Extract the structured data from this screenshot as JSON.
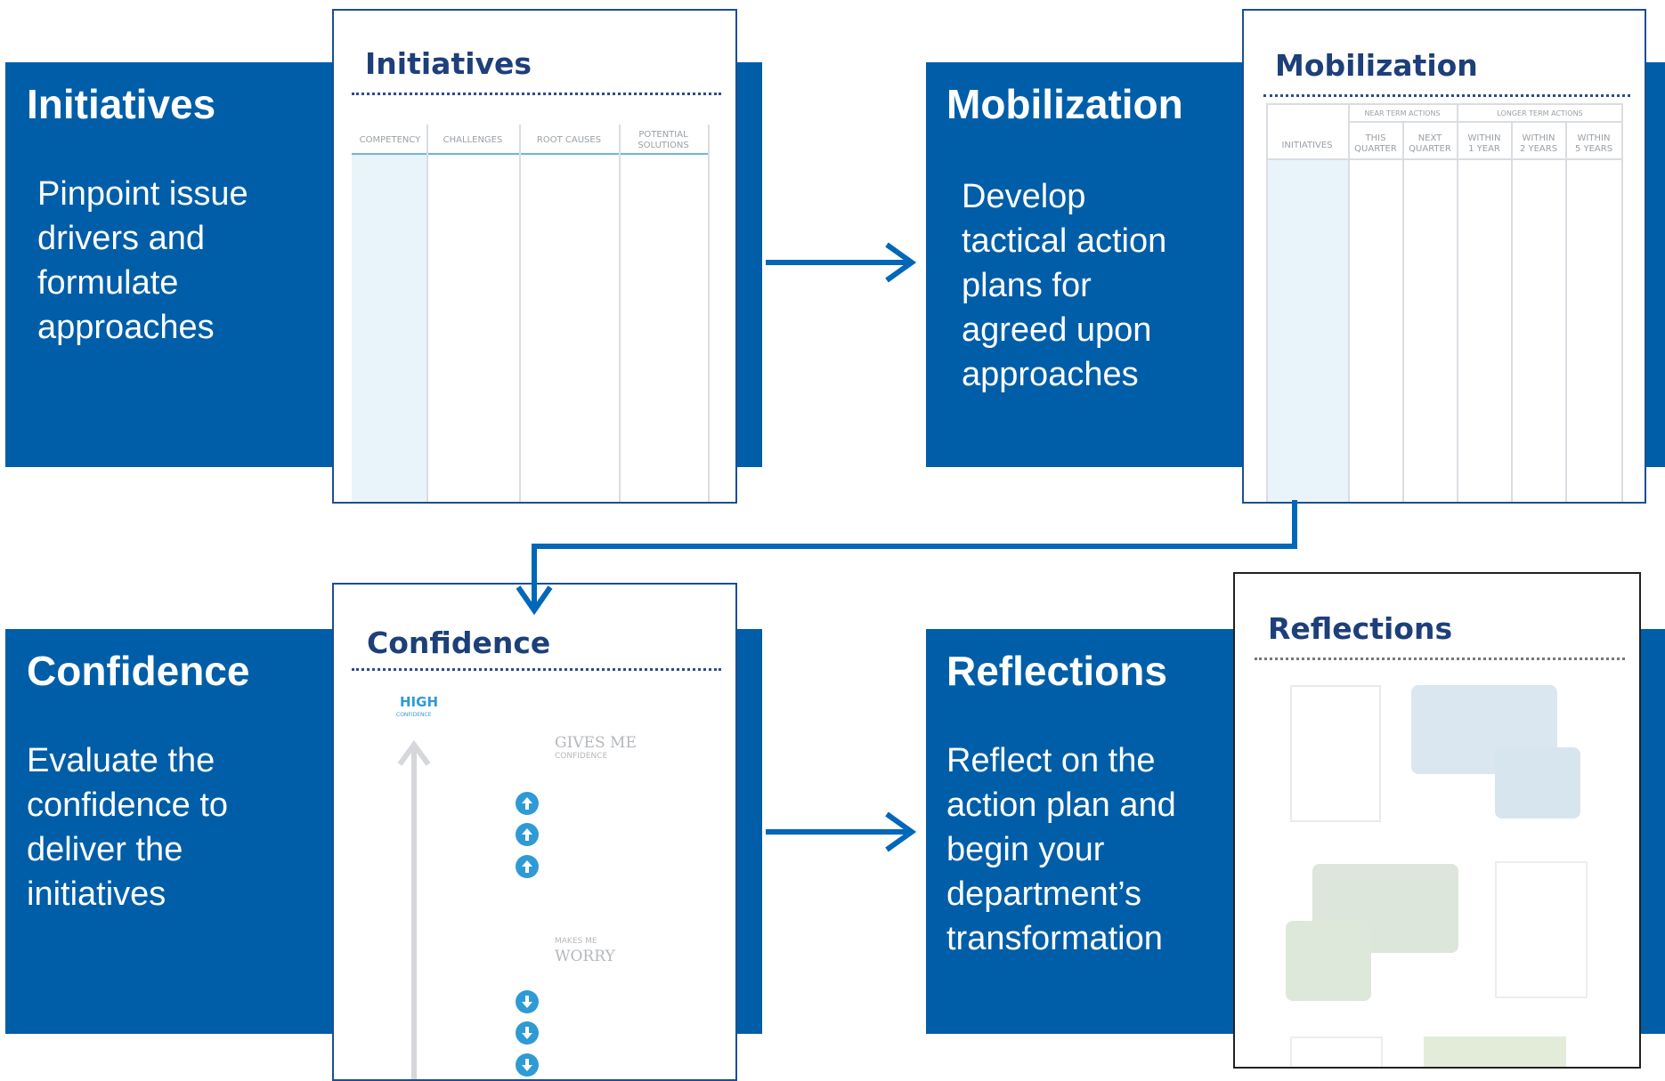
{
  "steps": [
    {
      "title": "Initiatives",
      "description": "Pinpoint issue\ndrivers and\nformulate\napproaches"
    },
    {
      "title": "Mobilization",
      "description": "Develop\ntactical action\nplans for\nagreed upon\napproaches"
    },
    {
      "title": "Confidence",
      "description": "Evaluate the\nconfidence to\ndeliver the\ninitiatives"
    },
    {
      "title": "Reflections",
      "description": "Reflect on the\naction plan and\nbegin your\ndepartment’s\ntransformation"
    }
  ],
  "cards": {
    "initiatives": {
      "title": "Initiatives",
      "columns": [
        "COMPETENCY",
        "CHALLENGES",
        "ROOT CAUSES",
        "POTENTIAL\nSOLUTIONS"
      ]
    },
    "mobilization": {
      "title": "Mobilization",
      "group_headers": [
        "NEAR TERM ACTIONS",
        "LONGER TERM ACTIONS"
      ],
      "columns": [
        "INITIATIVES",
        "THIS\nQUARTER",
        "NEXT\nQUARTER",
        "WITHIN\n1 YEAR",
        "WITHIN\n2 YEARS",
        "WITHIN\n5 YEARS"
      ]
    },
    "confidence": {
      "title": "Confidence",
      "high_label": "HIGH",
      "high_sub": "CONFIDENCE",
      "gives_label": "GIVES ME",
      "gives_sub": "CONFIDENCE",
      "makes_label": "MAKES ME",
      "makes_sub": "WORRY"
    },
    "reflections": {
      "title": "Reflections"
    }
  },
  "colors": {
    "panel": "#005ea8",
    "arrow": "#0067b9",
    "card_title": "#1d3f7a",
    "accent": "#2e9ad6"
  }
}
